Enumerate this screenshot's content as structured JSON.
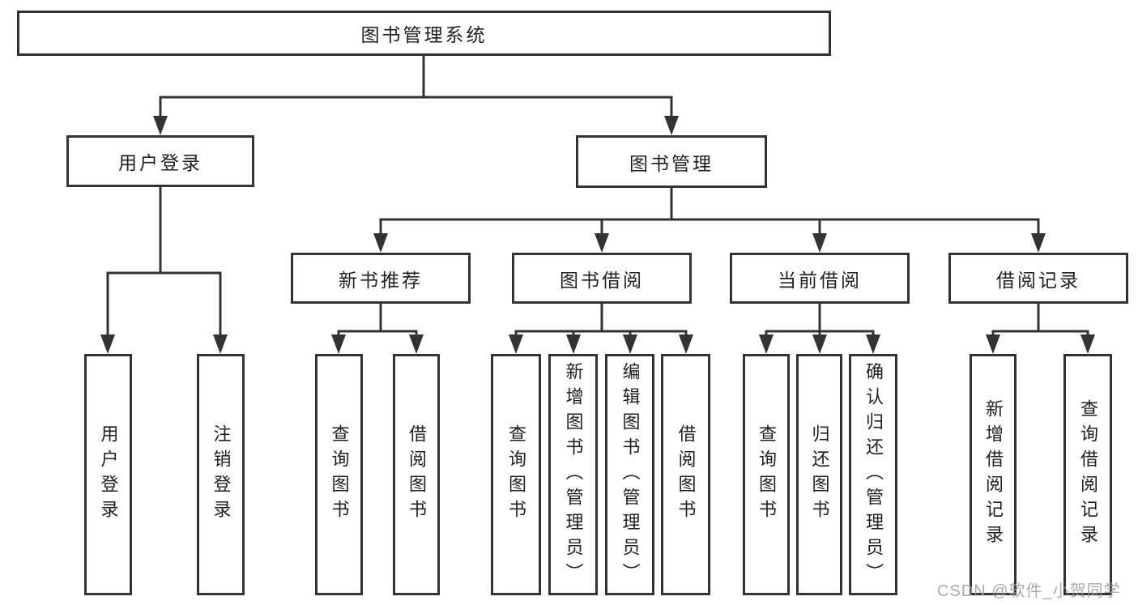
{
  "title": "图书管理系统",
  "watermark": "CSDN @软件_小贺同学",
  "colors": {
    "line": "#333333",
    "border": "#333333",
    "text": "#1f1f1f",
    "background": "#ffffff",
    "watermark": "#9b9b9b"
  },
  "nodes": {
    "root": "图书管理系统",
    "branches": {
      "user_login": "用户登录",
      "book_management": "图书管理"
    },
    "sections": {
      "new_book": "新书推荐",
      "book_borrow": "图书借阅",
      "current_borrow": "当前借阅",
      "borrow_record": "借阅记录"
    },
    "leaves": {
      "user_login": [
        "用户登录",
        "注销登录"
      ],
      "new_book": [
        "查询图书",
        "借阅图书"
      ],
      "book_borrow": [
        "查询图书",
        "新增图书（管理员）",
        "编辑图书（管理员）",
        "借阅图书"
      ],
      "current_borrow": [
        "查询图书",
        "归还图书",
        "确认归还（管理员）"
      ],
      "borrow_record": [
        "新增借阅记录",
        "查询借阅记录"
      ]
    }
  }
}
